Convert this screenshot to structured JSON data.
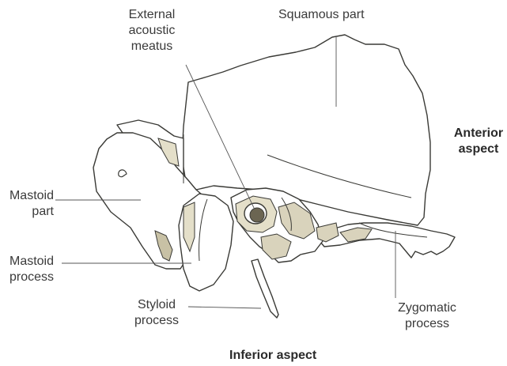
{
  "labels": {
    "external_acoustic_meatus": [
      "External",
      "acoustic",
      "meatus"
    ],
    "squamous_part": "Squamous part",
    "anterior_aspect": [
      "Anterior",
      "aspect"
    ],
    "mastoid_part": [
      "Mastoid",
      "part"
    ],
    "mastoid_process": [
      "Mastoid",
      "process"
    ],
    "styloid_process": [
      "Styloid",
      "process"
    ],
    "zygomatic_process": [
      "Zygomatic",
      "process"
    ],
    "inferior_aspect": "Inferior aspect"
  },
  "colors": {
    "outline": "#3a3a36",
    "bone_fill": "#ffffff",
    "bone_shade": "#d9d3bc",
    "bone_shade_dark": "#bfb79a",
    "leader_line": "#555555"
  }
}
